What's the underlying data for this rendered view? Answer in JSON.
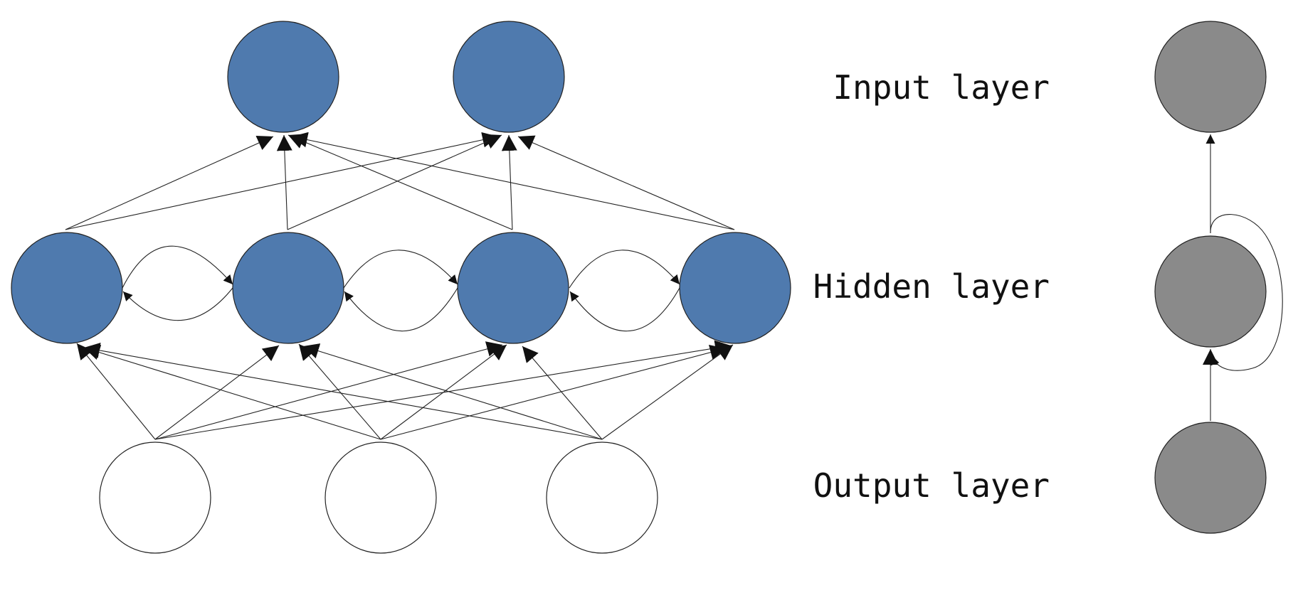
{
  "labels": {
    "input": "Input layer",
    "hidden": "Hidden layer",
    "output": "Output layer"
  },
  "colors": {
    "hidden_node": "#4F7AAE",
    "top_node": "#4F7AAE",
    "bottom_node": "#FFFFFF",
    "side_node": "#8A8A8A",
    "edge": "#222222"
  }
}
